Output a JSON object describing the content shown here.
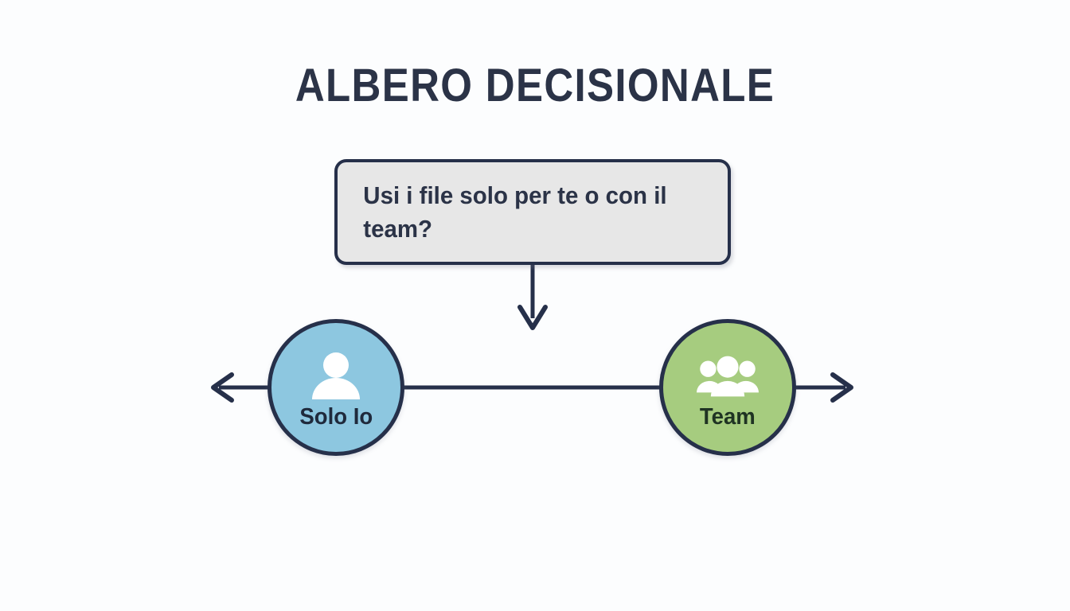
{
  "diagram": {
    "title": "ALBERO DECISIONALE",
    "type": "decision-tree",
    "background_color": "#fcfdfe",
    "line_color": "#26304a",
    "question": {
      "text": "Usi i file solo per te o con il team?",
      "fill_color": "#e7e7e7",
      "border_color": "#26304a",
      "text_color": "#2b3347"
    },
    "nodes": [
      {
        "id": "solo",
        "label": "Solo Io",
        "icon": "single-person-icon",
        "fill_color": "#8dc7e0",
        "border_color": "#26304a",
        "label_color": "#1f2a3c"
      },
      {
        "id": "team",
        "label": "Team",
        "icon": "group-people-icon",
        "fill_color": "#a6cc7f",
        "border_color": "#26304a",
        "label_color": "#1f3323"
      }
    ],
    "connectors": [
      {
        "id": "question-to-branch",
        "kind": "arrow-down"
      },
      {
        "id": "solo-to-team",
        "kind": "line-horizontal"
      },
      {
        "id": "solo-outward",
        "kind": "arrow-left"
      },
      {
        "id": "team-outward",
        "kind": "arrow-right"
      }
    ]
  }
}
